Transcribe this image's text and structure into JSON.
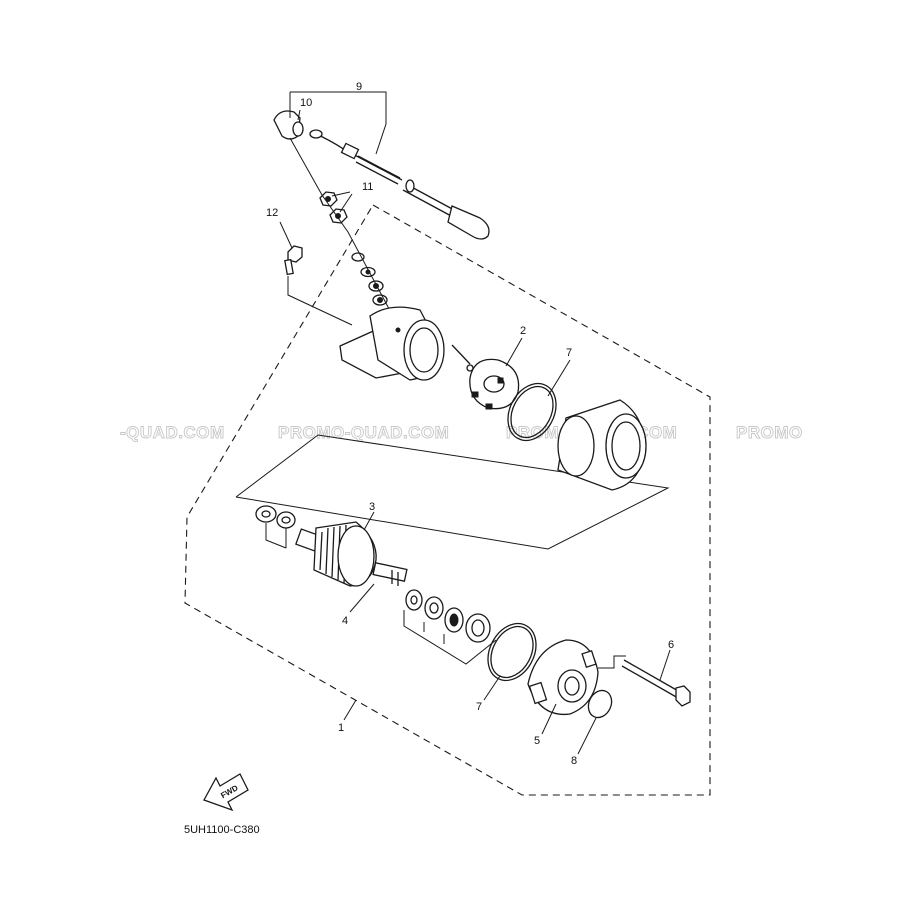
{
  "diagram": {
    "diagram_code": "5UH1100-C380",
    "fwd_label": "FWD",
    "watermarks": [
      "-QUAD.COM",
      "PROMO-QUAD.COM",
      "PROMO-QUAD.COM",
      "PROMO"
    ],
    "callouts": {
      "c1": "1",
      "c2": "2",
      "c3": "3",
      "c4": "4",
      "c5": "5",
      "c6": "6",
      "c7a": "7",
      "c7b": "7",
      "c8": "8",
      "c9": "9",
      "c10": "10",
      "c11": "11",
      "c12": "12"
    }
  }
}
